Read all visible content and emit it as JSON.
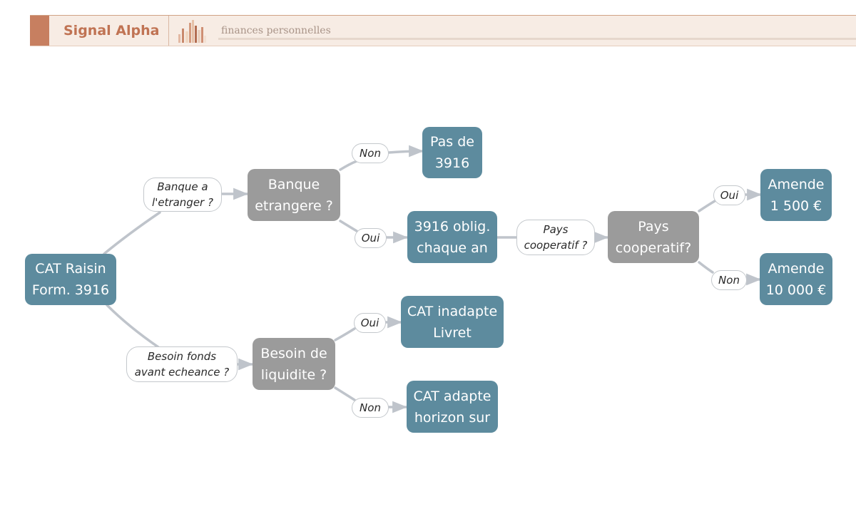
{
  "header": {
    "brand": "Signal Alpha",
    "tagline": "finances personnelles",
    "accent_color": "#c77f60",
    "logo_icon": "bar-columns-icon"
  },
  "diagram": {
    "colors": {
      "result": "#5d8b9e",
      "decision": "#9b9b9b",
      "edge": "#bfc4cb"
    },
    "nodes": {
      "root": "CAT Raisin\nForm. 3916",
      "banque": "Banque\netrangere ?",
      "pas3916": "Pas de\n3916",
      "oblig": "3916 oblig.\nchaque an",
      "pays": "Pays\ncooperatif?",
      "amende1500": "Amende\n1 500 €",
      "amende10000": "Amende\n10 000 €",
      "besoin": "Besoin de\nliquidite ?",
      "inadapte": "CAT inadapte\nLivret",
      "adapte": "CAT adapte\nhorizon sur"
    },
    "edge_labels": {
      "banque_etranger": "Banque a\nl'etranger ?",
      "non_banque": "Non",
      "oui_banque": "Oui",
      "pays_coop": "Pays\ncooperatif ?",
      "oui_pays": "Oui",
      "non_pays": "Non",
      "besoin_fonds": "Besoin fonds\navant echeance ?",
      "oui_besoin": "Oui",
      "non_besoin": "Non"
    }
  }
}
